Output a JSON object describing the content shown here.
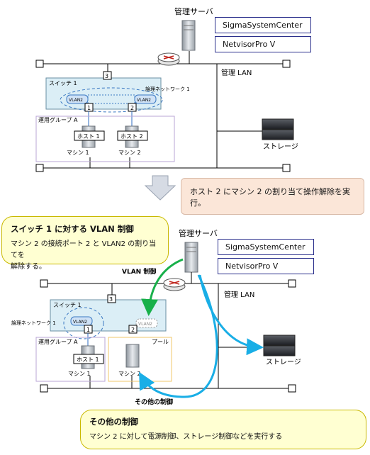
{
  "top": {
    "server_label": "管理サーバ",
    "sw_boxes": [
      "SigmaSystemCenter",
      "NetvisorPro V"
    ],
    "lan_label": "管理 LAN",
    "switch_label": "スイッチ 1",
    "logical_network_label": "論理ネットワーク 1",
    "group_label": "運用グループ A",
    "vlan_labels": [
      "VLAN2",
      "VLAN2"
    ],
    "ports": [
      "1",
      "2",
      "3"
    ],
    "hosts": [
      "ホスト 1",
      "ホスト 2"
    ],
    "machines": [
      "マシン 1",
      "マシン 2"
    ],
    "storage_label": "ストレージ"
  },
  "transition_note": "ホスト 2 にマシン 2 の割り当て操作解除を実行。",
  "vlan_callout": {
    "title": "スイッチ 1 に対する VLAN 制御",
    "body_line1": "マシン 2 の接続ポート 2 と VLAN2 の割り当てを",
    "body_line2": "解除する。"
  },
  "bottom": {
    "server_label": "管理サーバ",
    "sw_boxes": [
      "SigmaSystemCenter",
      "NetvisorPro V"
    ],
    "vlan_control_label": "VLAN 制御",
    "lan_label": "管理 LAN",
    "switch_label": "スイッチ 1",
    "logical_network_label": "論理ネットワーク 1",
    "group_label": "運用グループ A",
    "pool_label": "プール",
    "vlan_labels": [
      "VLAN2",
      "VLAN2"
    ],
    "ports": [
      "1",
      "2",
      "3"
    ],
    "host1": "ホスト 1",
    "machines": [
      "マシン 1",
      "マシン 2"
    ],
    "storage_label": "ストレージ",
    "other_control_label": "その他の制御"
  },
  "other_callout": {
    "title": "その他の制御",
    "body": "マシン 2 に対して電源制御、ストレージ制御などを実行する"
  },
  "colors": {
    "arrow_green": "#18b04a",
    "arrow_blue": "#19aee6",
    "switch_fill": "#dbeef6",
    "group_border": "#b9a4d6",
    "pool_border": "#f2c76a"
  }
}
